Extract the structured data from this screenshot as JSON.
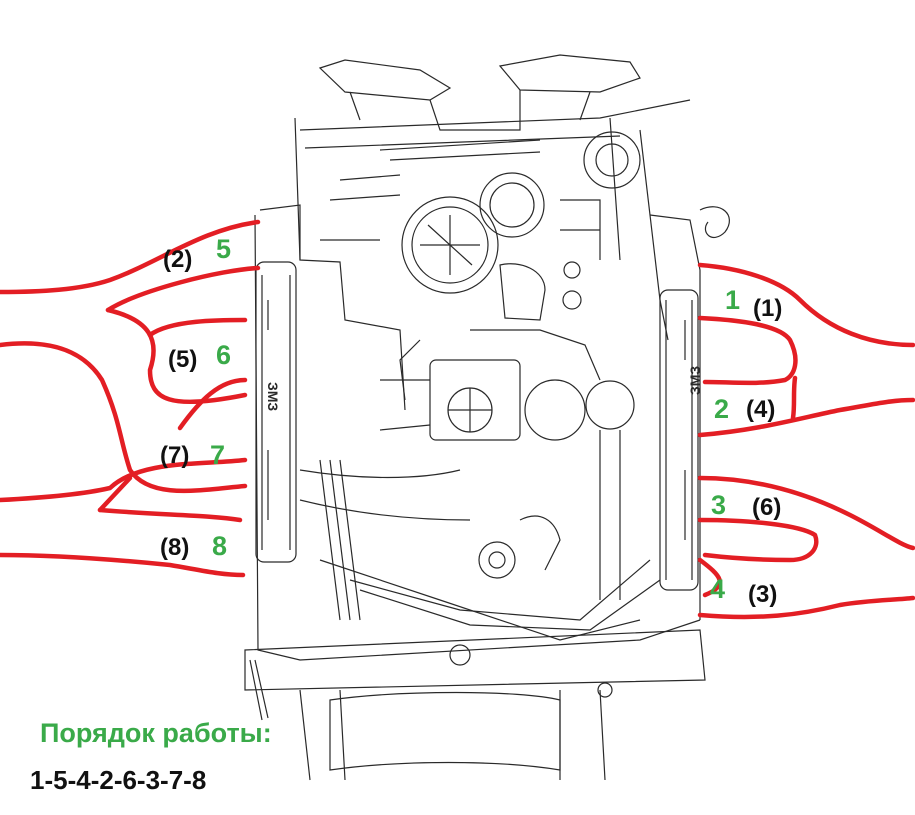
{
  "colors": {
    "wire": "#e31e24",
    "cylinder_number": "#3aaa49",
    "plug_number": "#111111",
    "drawing_line": "#2a2a2a"
  },
  "drawing": {
    "icon": "engine-front-view-line-drawing",
    "casting_mark": "ЗМЗ"
  },
  "left_bank": [
    {
      "plug": "(2)",
      "cylinder": "5"
    },
    {
      "plug": "(5)",
      "cylinder": "6"
    },
    {
      "plug": "(7)",
      "cylinder": "7"
    },
    {
      "plug": "(8)",
      "cylinder": "8"
    }
  ],
  "right_bank": [
    {
      "cylinder": "1",
      "plug": "(1)"
    },
    {
      "cylinder": "2",
      "plug": "(4)"
    },
    {
      "cylinder": "3",
      "plug": "(6)"
    },
    {
      "cylinder": "4",
      "plug": "(3)"
    }
  ],
  "firing_order": {
    "title": "Порядок работы:",
    "sequence": "1-5-4-2-6-3-7-8"
  }
}
